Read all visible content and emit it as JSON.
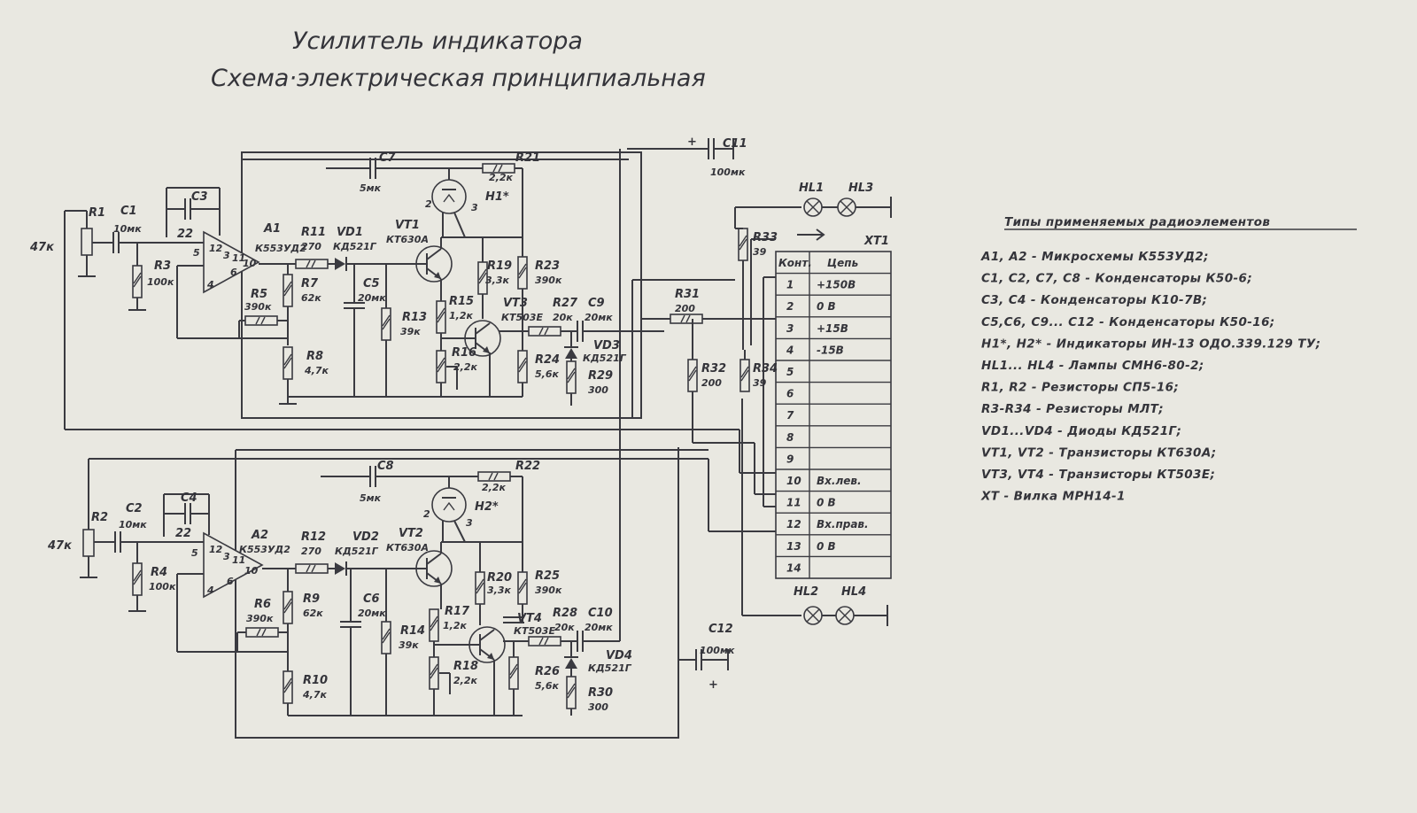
{
  "title": {
    "line1": "Усилитель индикатора",
    "line2": "Схема·электрическая принципиальная"
  },
  "channel1": {
    "R1": "R1",
    "pot_value": "47к",
    "C1": "C1",
    "C1_val": "10мк",
    "C3": "C3",
    "C3_val": "22",
    "R3": "R3",
    "R3_val": "100к",
    "A1": "A1",
    "A1_type": "К553УД2",
    "pins": {
      "p5": "5",
      "p12": "12",
      "p3": "3",
      "p11": "11",
      "p10": "10",
      "p4": "4",
      "p6": "6"
    },
    "R5": "R5",
    "R5_val": "390к",
    "R7": "R7",
    "R7_val": "62к",
    "R8": "R8",
    "R8_val": "4,7к",
    "R11": "R11",
    "R11_val": "270",
    "VD1": "VD1",
    "VD1_type": "КД521Г",
    "C5": "C5",
    "C5_val": "20мк",
    "R13": "R13",
    "R13_val": "39к",
    "VT1": "VT1",
    "VT1_type": "КТ630А",
    "C7": "C7",
    "C7_val": "5мк",
    "R21": "R21",
    "R21_val": "2,2к",
    "H1": "Н1*",
    "h_pin2": "2",
    "h_pin3": "3",
    "R15": "R15",
    "R15_val": "1,2к",
    "R17x": "R16",
    "R17x_val": "2,2к",
    "R19": "R19",
    "R19_val": "3,3к",
    "R23": "R23",
    "R23_val": "390к",
    "VT3": "VT3",
    "VT3_type": "КТ503Е",
    "R27": "R27",
    "R27_val": "20к",
    "C9": "C9",
    "C9_val": "20мк",
    "VD3": "VD3",
    "VD3_type": "КД521Г",
    "R24": "R24",
    "R24_val": "5,6к",
    "R29": "R29",
    "R29_val": "300"
  },
  "channel2": {
    "R2": "R2",
    "pot_value": "47к",
    "C2": "C2",
    "C2_val": "10мк",
    "C4": "C4",
    "C4_val": "22",
    "R4": "R4",
    "R4_val": "100к",
    "A2": "A2",
    "A2_type": "К553УД2",
    "pins": {
      "p5": "5",
      "p12": "12",
      "p3": "3",
      "p11": "11",
      "p10": "10",
      "p4": "4",
      "p6": "6"
    },
    "R6": "R6",
    "R6_val": "390к",
    "R9": "R9",
    "R9_val": "62к",
    "R10": "R10",
    "R10_val": "4,7к",
    "R12": "R12",
    "R12_val": "270",
    "VD2": "VD2",
    "VD2_type": "КД521Г",
    "C6": "C6",
    "C6_val": "20мк",
    "R14": "R14",
    "R14_val": "39к",
    "VT2": "VT2",
    "VT2_type": "КТ630А",
    "C8": "C8",
    "C8_val": "5мк",
    "R22": "R22",
    "R22_val": "2,2к",
    "H2": "Н2*",
    "h_pin2": "2",
    "h_pin3": "3",
    "R17": "R17",
    "R17_val": "1,2к",
    "R18": "R18",
    "R18_val": "2,2к",
    "R20": "R20",
    "R20_val": "3,3к",
    "R25": "R25",
    "R25_val": "390к",
    "VT4": "VT4",
    "VT4_type": "КТ503Е",
    "R28": "R28",
    "R28_val": "20к",
    "C10": "C10",
    "C10_val": "20мк",
    "VD4": "VD4",
    "VD4_type": "КД521Г",
    "R26": "R26",
    "R26_val": "5,6к",
    "R30": "R30",
    "R30_val": "300"
  },
  "common": {
    "C11": "C11",
    "C11_val": "100мк",
    "C12": "C12",
    "C12_val": "100мк",
    "R31": "R31",
    "R31_val": "200",
    "R32": "R32",
    "R32_val": "200",
    "R33": "R33",
    "R33_val": "39",
    "R34": "R34",
    "R34_val": "39",
    "HL1": "HL1",
    "HL2": "HL2",
    "HL3": "HL3",
    "HL4": "HL4",
    "XT1": "XT1",
    "plus": "+"
  },
  "connector": {
    "header": [
      "Конт.",
      "Цепь"
    ],
    "rows": [
      [
        "1",
        "+150В"
      ],
      [
        "2",
        "0 В"
      ],
      [
        "3",
        "+15В"
      ],
      [
        "4",
        "-15В"
      ],
      [
        "5",
        ""
      ],
      [
        "6",
        ""
      ],
      [
        "7",
        ""
      ],
      [
        "8",
        ""
      ],
      [
        "9",
        ""
      ],
      [
        "10",
        "Вх.лев."
      ],
      [
        "11",
        "0 В"
      ],
      [
        "12",
        "Вх.прав."
      ],
      [
        "13",
        "0 В"
      ],
      [
        "14",
        ""
      ]
    ]
  },
  "legend": {
    "title": "Типы применяемых радиоэлементов",
    "lines": [
      "A1, A2 - Микросхемы К553УД2;",
      "C1, C2, C7, C8 - Конденсаторы К50-6;",
      "C3, C4 - Конденсаторы К10-7В;",
      "C5,C6, C9... C12 - Конденсаторы К50-16;",
      "Н1*, Н2* - Индикаторы ИН-13 ОДО.339.129 ТУ;",
      "HL1... HL4 - Лампы СМН6-80-2;",
      "R1, R2 - Резисторы СП5-16;",
      "R3-R34 - Резисторы МЛТ;",
      "VD1...VD4 - Диоды КД521Г;",
      "VT1, VT2 - Транзисторы КТ630А;",
      "VT3, VT4 - Транзисторы КТ503Е;",
      "XT - Вилка МРН14-1"
    ]
  }
}
